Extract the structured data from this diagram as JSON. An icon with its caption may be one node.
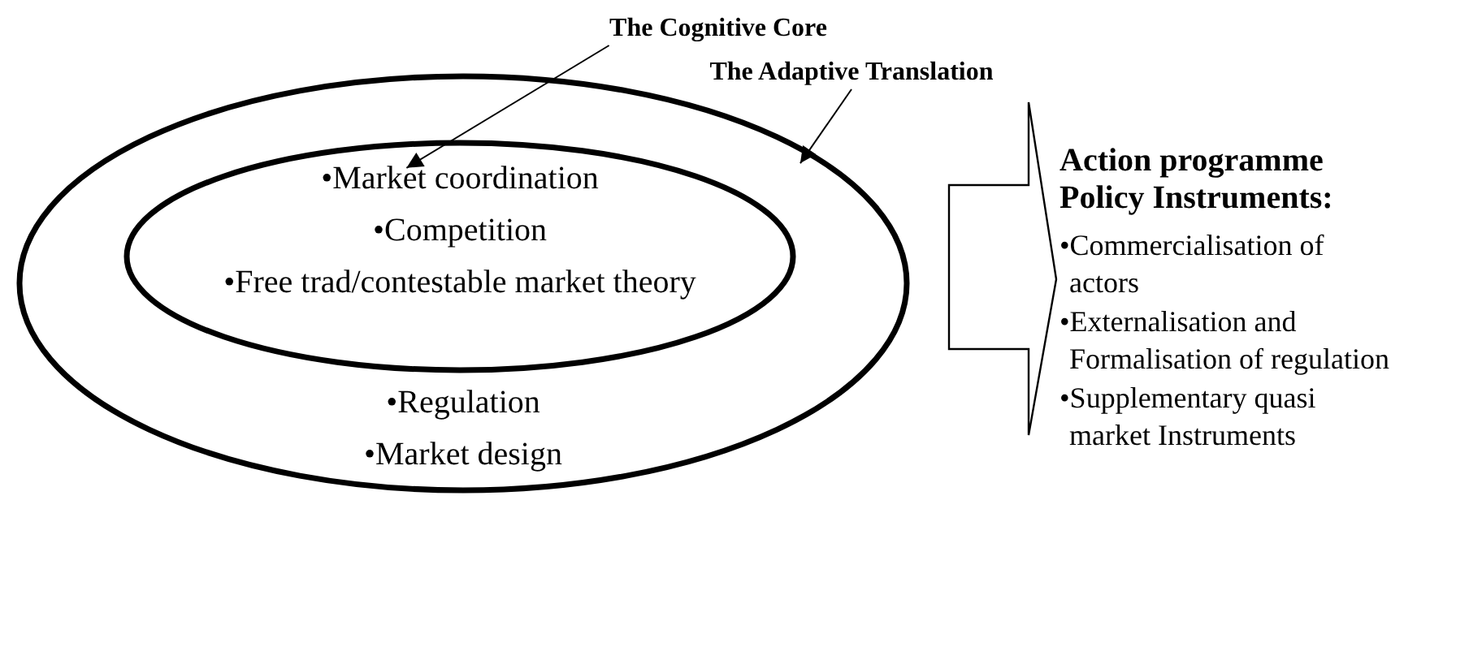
{
  "diagram": {
    "nodes": [
      {
        "text": [
          "•Regulation",
          "•Market design"
        ]
      },
      {
        "text": [
          "•Market coordination",
          "•Competition",
          "•Free trad/contestable market theory"
        ],
        "in": 0
      },
      {
        "text": [
          "The Cognitive Core"
        ]
      },
      {
        "text": [
          "The Adaptive Translation"
        ]
      },
      {
        "text": [
          "**Action programme Policy Instruments**:",
          "•Commercialisation of actors",
          "•Externalisation and Formalisation of regulation",
          "•Supplementary quasi market Instruments"
        ]
      }
    ],
    "edges": [
      {
        "from": 2,
        "to": 1,
        "arrow": "to"
      },
      {
        "from": 3,
        "to": 0,
        "arrow": "to"
      },
      {
        "from": 0,
        "to": 4,
        "arrow": "to",
        "style": "thick"
      }
    ]
  }
}
